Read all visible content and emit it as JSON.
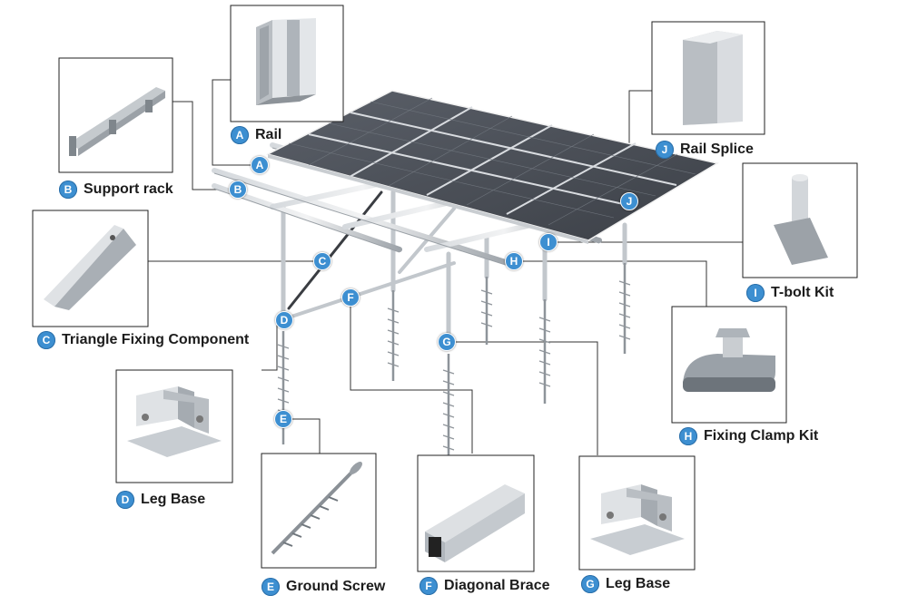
{
  "components": [
    {
      "letter": "A",
      "name": "Rail"
    },
    {
      "letter": "B",
      "name": "Support rack"
    },
    {
      "letter": "C",
      "name": "Triangle Fixing Component"
    },
    {
      "letter": "D",
      "name": "Leg Base"
    },
    {
      "letter": "E",
      "name": "Ground Screw"
    },
    {
      "letter": "F",
      "name": "Diagonal Brace"
    },
    {
      "letter": "G",
      "name": "Leg Base"
    },
    {
      "letter": "H",
      "name": "Fixing Clamp Kit"
    },
    {
      "letter": "I",
      "name": "T-bolt Kit"
    },
    {
      "letter": "J",
      "name": "Rail Splice"
    }
  ],
  "colors": {
    "badge": "#3d8fd1",
    "panel": "#4a4f57",
    "metal": "#b7bcc1",
    "line": "#333333"
  }
}
